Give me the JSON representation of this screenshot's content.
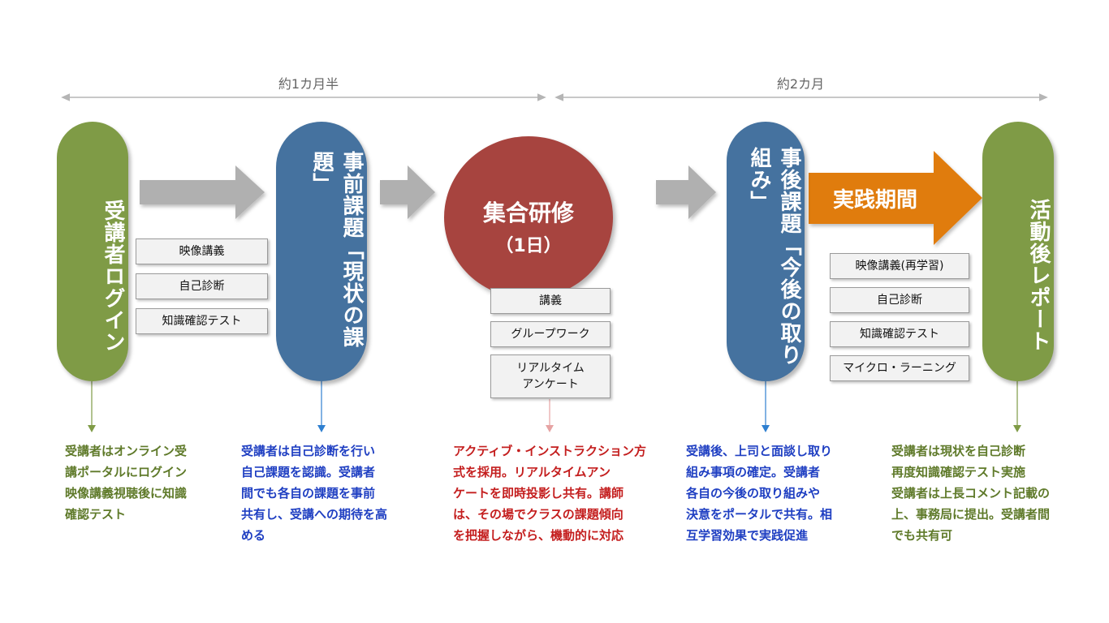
{
  "timeline": {
    "span1": "約1カ月半",
    "span2": "約2カ月"
  },
  "stages": {
    "login": "受講者ログイン",
    "pre_task": "事前課題「現状の課題」",
    "training_title": "集合研修",
    "training_sub": "（1日）",
    "post_task": "事後課題「今後の取り組み」",
    "practice": "実践期間",
    "report": "活動後レポート"
  },
  "pre_items": [
    "映像講義",
    "自己診断",
    "知識確認テスト"
  ],
  "training_items": [
    "講義",
    "グループワーク",
    "リアルタイム\nアンケート"
  ],
  "post_items": [
    "映像講義(再学習)",
    "自己診断",
    "知識確認テスト",
    "マイクロ・ラーニング"
  ],
  "notes": {
    "login": "受講者はオンライン受\n講ポータルにログイン\n映像講義視聴後に知識\n確認テスト",
    "pre_task": "受講者は自己診断を行い\n自己課題を認識。受講者\n間でも各自の課題を事前\n共有し、受講への期待を高\nめる",
    "training": "アクティブ・インストラクション方\n式を採用。リアルタイムアン\nケートを即時投影し共有。講師\nは、その場でクラスの課題傾向\nを把握しながら、機動的に対応",
    "post_task": "受講後、上司と面談し取り\n組み事項の確定。受講者\n各自の今後の取り組みや\n決意をポータルで共有。相\n互学習効果で実践促進",
    "report": "受講者は現状を自己診断\n再度知識確認テスト実施\n受講者は上長コメント記載の\n上、事務局に提出。受講者間\nでも共有可"
  },
  "colors": {
    "green": "#7f9b46",
    "blue": "#45729f",
    "red": "#a7443f",
    "orange": "#e07b0f",
    "gray_arrow": "#b0b0b0"
  }
}
